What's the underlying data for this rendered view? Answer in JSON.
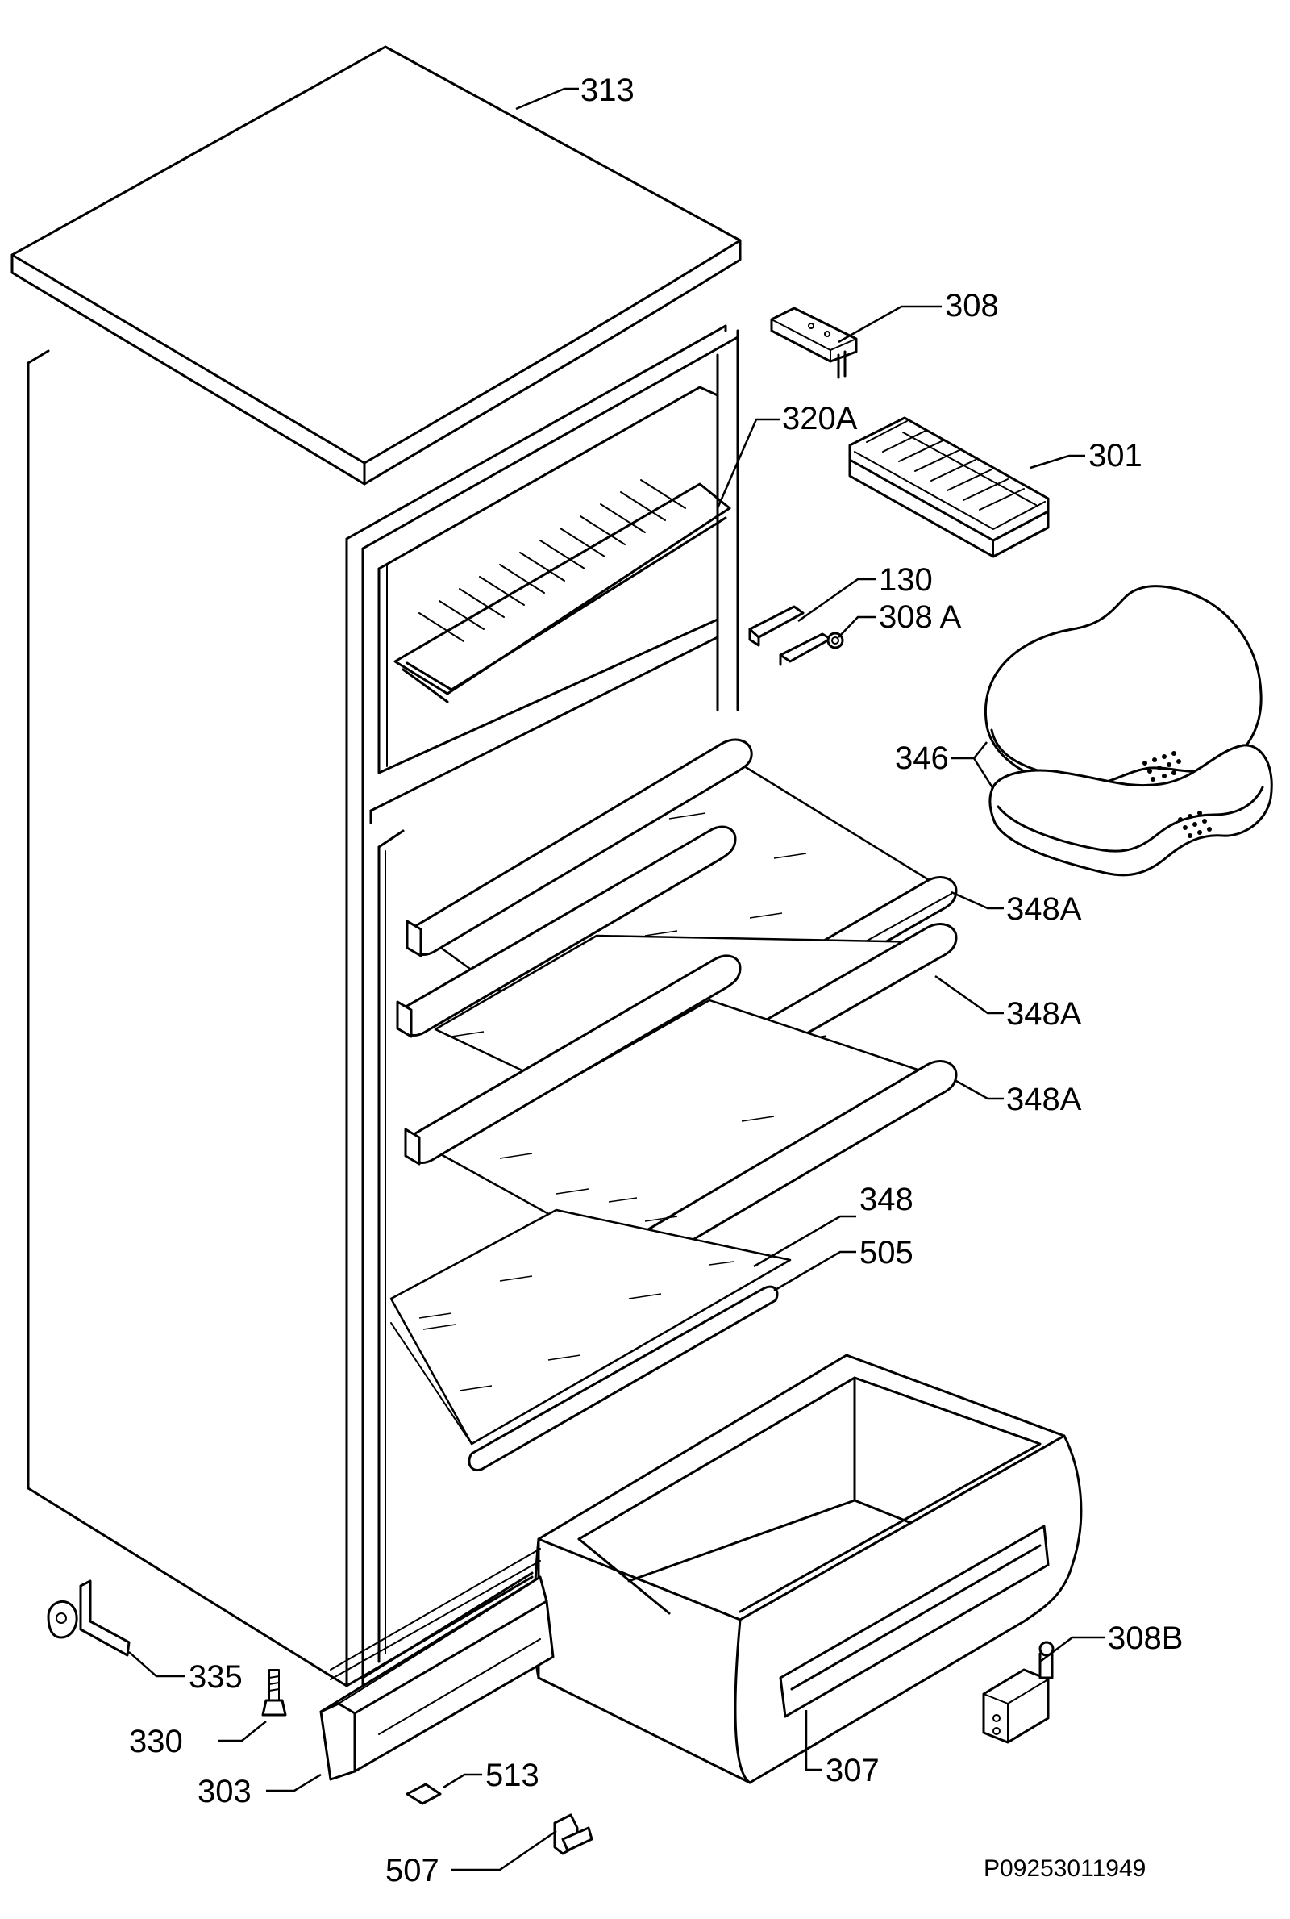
{
  "diagram": {
    "parts": [
      {
        "id": "p313",
        "label": "313"
      },
      {
        "id": "p308",
        "label": "308"
      },
      {
        "id": "p320a",
        "label": "320A"
      },
      {
        "id": "p301",
        "label": "301"
      },
      {
        "id": "p130",
        "label": "130"
      },
      {
        "id": "p308a",
        "label": "308 A"
      },
      {
        "id": "p346",
        "label": "346"
      },
      {
        "id": "p348a1",
        "label": "348A"
      },
      {
        "id": "p348a2",
        "label": "348A"
      },
      {
        "id": "p348a3",
        "label": "348A"
      },
      {
        "id": "p348",
        "label": "348"
      },
      {
        "id": "p505",
        "label": "505"
      },
      {
        "id": "p308b",
        "label": "308B"
      },
      {
        "id": "p335",
        "label": "335"
      },
      {
        "id": "p330",
        "label": "330"
      },
      {
        "id": "p303",
        "label": "303"
      },
      {
        "id": "p513",
        "label": "513"
      },
      {
        "id": "p307",
        "label": "307"
      },
      {
        "id": "p507",
        "label": "507"
      }
    ],
    "reference_code": "P09253011949"
  }
}
